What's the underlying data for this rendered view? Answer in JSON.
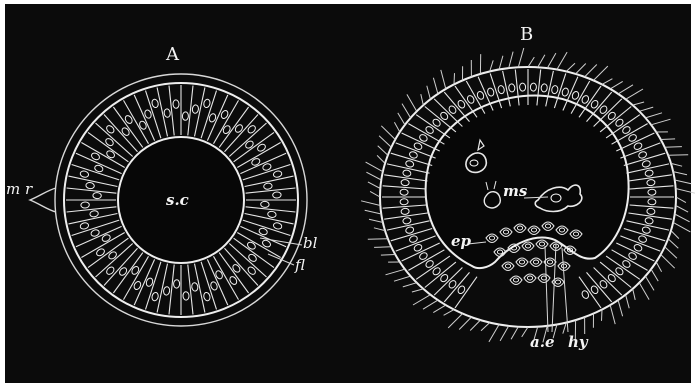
{
  "figure": {
    "panel_a": {
      "letter": "A",
      "labels": {
        "mr": "m r",
        "sc": "s.c",
        "bl": "bl",
        "fl": "fl"
      }
    },
    "panel_b": {
      "letter": "B",
      "labels": {
        "ms": "ms",
        "ep": "ep",
        "ae": "a.e",
        "hy": "hy"
      }
    }
  }
}
